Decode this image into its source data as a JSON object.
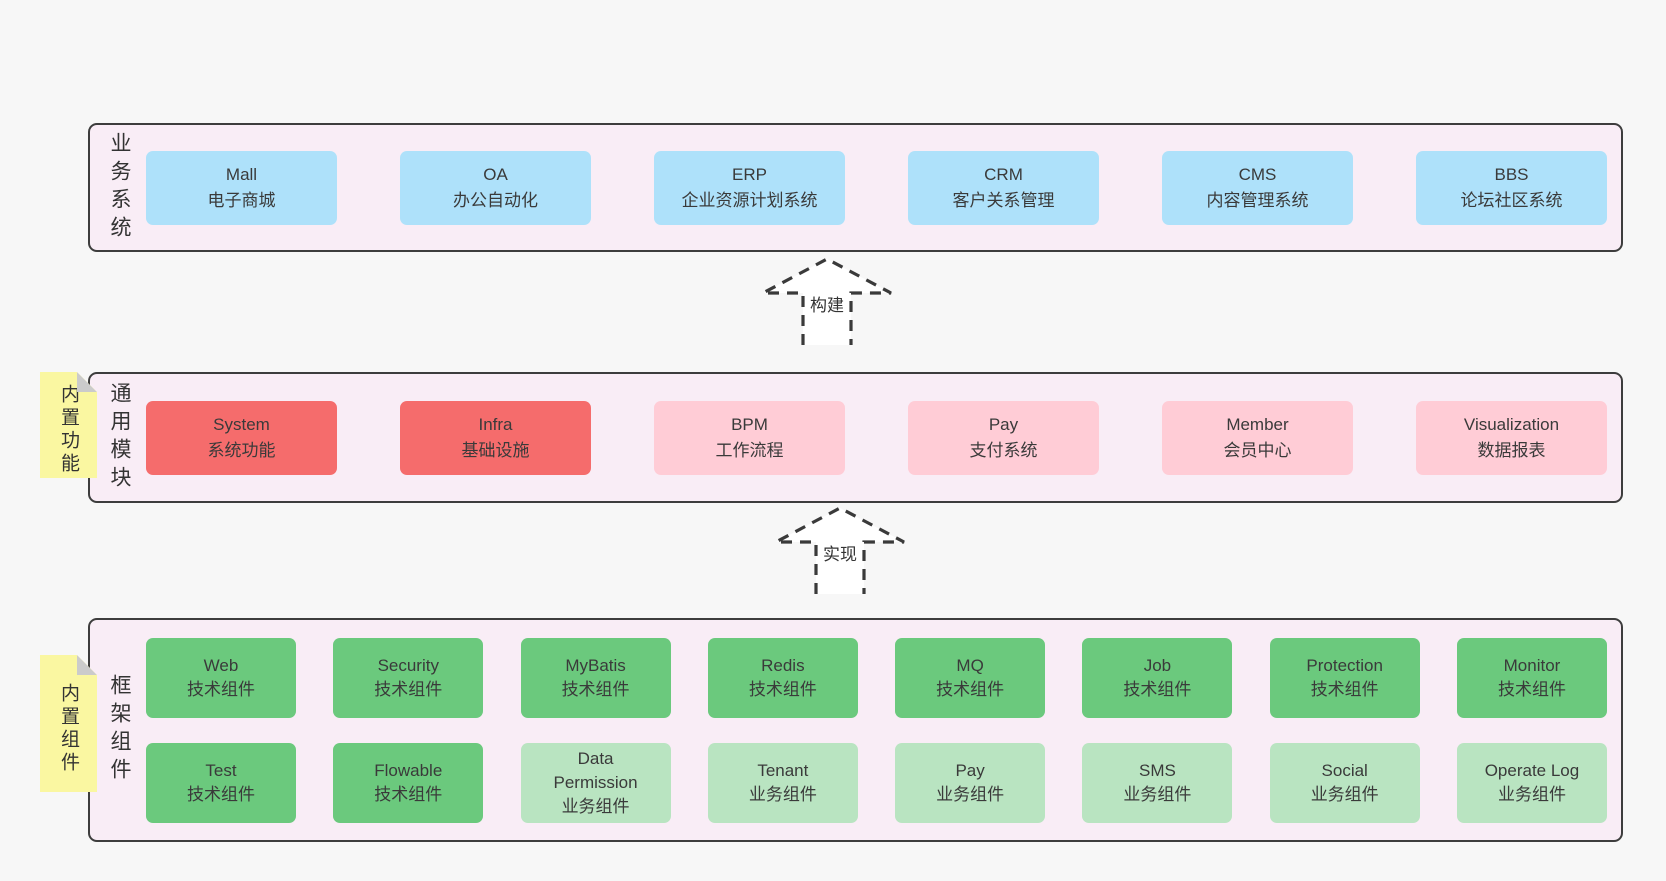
{
  "colors": {
    "page_bg": "#f7f7f7",
    "container_bg": "#f9edf6",
    "container_border": "#3d3d3d",
    "box_blue": "#aee1fa",
    "box_red": "#f56c6c",
    "box_pink": "#ffccd6",
    "box_green": "#6bc97d",
    "box_green_light": "#b9e4c1",
    "sticky_yellow": "#faf7a1",
    "sticky_fold": "#cbcbcb",
    "text": "#3a3a3a"
  },
  "business": {
    "label": "业务系统",
    "boxes": [
      {
        "title": "Mall",
        "subtitle": "电子商城"
      },
      {
        "title": "OA",
        "subtitle": "办公自动化"
      },
      {
        "title": "ERP",
        "subtitle": "企业资源计划系统"
      },
      {
        "title": "CRM",
        "subtitle": "客户关系管理"
      },
      {
        "title": "CMS",
        "subtitle": "内容管理系统"
      },
      {
        "title": "BBS",
        "subtitle": "论坛社区系统"
      }
    ]
  },
  "modules": {
    "label": "通用模块",
    "sticky": "内置功能",
    "boxes": [
      {
        "title": "System",
        "subtitle": "系统功能"
      },
      {
        "title": "Infra",
        "subtitle": "基础设施"
      },
      {
        "title": "BPM",
        "subtitle": "工作流程"
      },
      {
        "title": "Pay",
        "subtitle": "支付系统"
      },
      {
        "title": "Member",
        "subtitle": "会员中心"
      },
      {
        "title": "Visualization",
        "subtitle": "数据报表"
      }
    ]
  },
  "components": {
    "label": "框架组件",
    "sticky": "内置组件",
    "rows": [
      [
        {
          "title": "Web",
          "subtitle": "技术组件"
        },
        {
          "title": "Security",
          "subtitle": "技术组件"
        },
        {
          "title": "MyBatis",
          "subtitle": "技术组件"
        },
        {
          "title": "Redis",
          "subtitle": "技术组件"
        },
        {
          "title": "MQ",
          "subtitle": "技术组件"
        },
        {
          "title": "Job",
          "subtitle": "技术组件"
        },
        {
          "title": "Protection",
          "subtitle": "技术组件"
        },
        {
          "title": "Monitor",
          "subtitle": "技术组件"
        }
      ],
      [
        {
          "title": "Test",
          "subtitle": "技术组件"
        },
        {
          "title": "Flowable",
          "subtitle": "技术组件"
        },
        {
          "title": "Data Permission",
          "subtitle": "业务组件"
        },
        {
          "title": "Tenant",
          "subtitle": "业务组件"
        },
        {
          "title": "Pay",
          "subtitle": "业务组件"
        },
        {
          "title": "SMS",
          "subtitle": "业务组件"
        },
        {
          "title": "Social",
          "subtitle": "业务组件"
        },
        {
          "title": "Operate Log",
          "subtitle": "业务组件"
        }
      ]
    ]
  },
  "arrows": [
    {
      "label": "构建"
    },
    {
      "label": "实现"
    }
  ]
}
